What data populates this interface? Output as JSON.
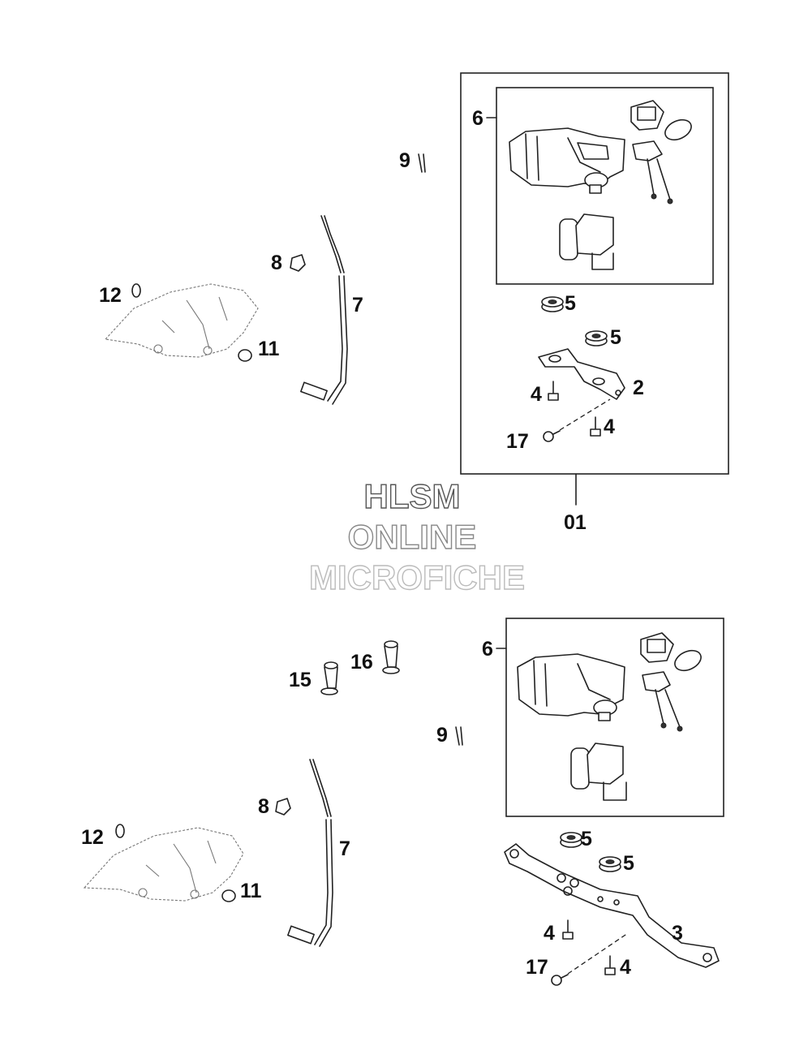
{
  "watermark": {
    "line1": "HLSM",
    "line2": "ONLINE",
    "line3": "MICROFICHE",
    "colors": [
      "#555555",
      "#888888",
      "#bbbbbb"
    ]
  },
  "labels": {
    "top": {
      "p6": "6",
      "p9": "9",
      "p8": "8",
      "p7": "7",
      "p12": "12",
      "p11": "11",
      "p5a": "5",
      "p5b": "5",
      "p2": "2",
      "p4a": "4",
      "p4b": "4",
      "p17": "17",
      "p01": "01"
    },
    "bottom": {
      "p6": "6",
      "p16": "16",
      "p15": "15",
      "p9": "9",
      "p8": "8",
      "p7": "7",
      "p12": "12",
      "p11": "11",
      "p5a": "5",
      "p5b": "5",
      "p3": "3",
      "p4a": "4",
      "p4b": "4",
      "p17": "17"
    }
  }
}
